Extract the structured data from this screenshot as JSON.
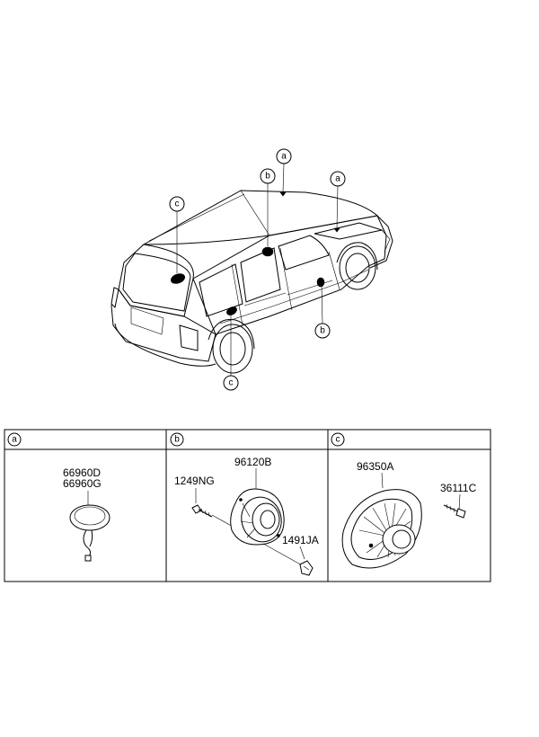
{
  "callouts": {
    "a": "a",
    "b": "b",
    "c": "c"
  },
  "sections": [
    {
      "letter": "a",
      "parts": [
        "66960D",
        "66960G"
      ]
    },
    {
      "letter": "b",
      "parts": [
        "96120B",
        "1249NG",
        "1491JA"
      ]
    },
    {
      "letter": "c",
      "parts": [
        "96350A",
        "36111C"
      ]
    }
  ]
}
